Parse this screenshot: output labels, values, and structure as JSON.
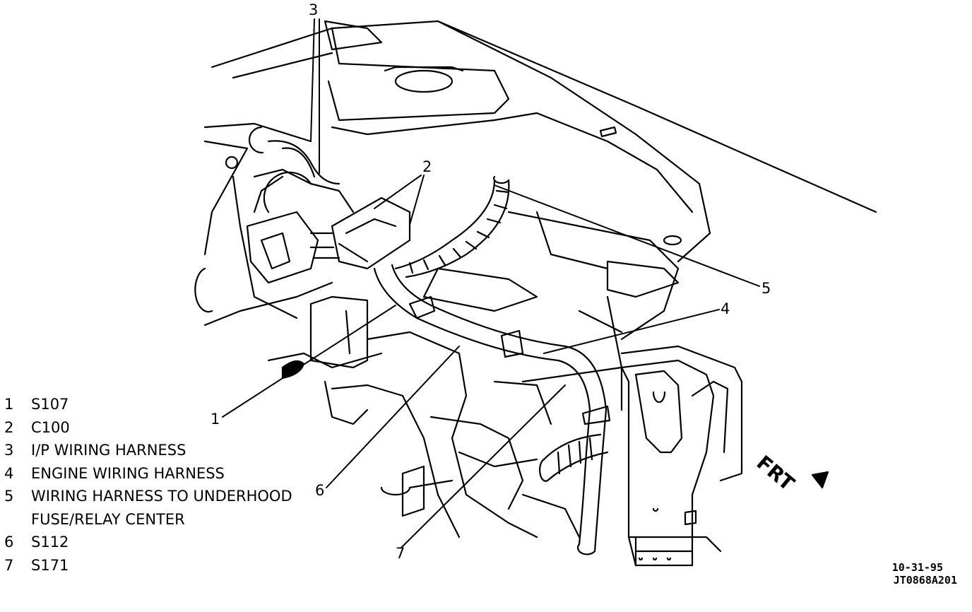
{
  "legend": [
    {
      "num": "1",
      "label": "S107"
    },
    {
      "num": "2",
      "label": "C100"
    },
    {
      "num": "3",
      "label": "I/P WIRING HARNESS"
    },
    {
      "num": "4",
      "label": "ENGINE WIRING HARNESS"
    },
    {
      "num": "5",
      "label": "WIRING HARNESS TO UNDERHOOD",
      "cont": "FUSE/RELAY CENTER"
    },
    {
      "num": "6",
      "label": "S112"
    },
    {
      "num": "7",
      "label": "S171"
    }
  ],
  "callouts": {
    "c1": "1",
    "c2": "2",
    "c3": "3",
    "c4": "4",
    "c5": "5",
    "c6": "6",
    "c7": "7"
  },
  "direction": "FRT",
  "date_code": "10-31-95",
  "figure_code": "JT0868A201"
}
